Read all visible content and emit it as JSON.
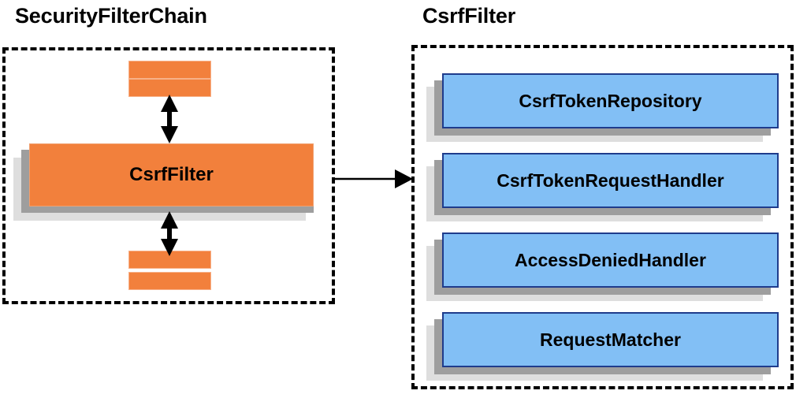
{
  "diagram": {
    "title_left": "SecurityFilterChain",
    "title_right": "CsrfFilter",
    "palette": {
      "orange_fill": "#f2803c",
      "orange_border": "#f0a070",
      "blue_fill": "#82bff5",
      "blue_border": "#1f3c8c",
      "shadow_near": "#9e9e9e",
      "shadow_far": "#dedede",
      "outline": "#000000",
      "background": "#ffffff"
    }
  },
  "left_panel": {
    "title": "SecurityFilterChain",
    "filter_box": {
      "label": "CsrfFilter"
    },
    "bars_top": [
      {
        "label": ""
      },
      {
        "label": ""
      }
    ],
    "bars_bottom": [
      {
        "label": ""
      },
      {
        "label": ""
      }
    ],
    "arrows": [
      {
        "name": "arrow-up-down-top",
        "direction": "bidirectional",
        "orientation": "vertical"
      },
      {
        "name": "arrow-up-down-bottom",
        "direction": "bidirectional",
        "orientation": "vertical"
      }
    ]
  },
  "connector": {
    "name": "arrow-left-to-right",
    "direction": "right",
    "from": "SecurityFilterChain",
    "to": "CsrfFilter"
  },
  "right_panel": {
    "title": "CsrfFilter",
    "components": [
      {
        "label": "CsrfTokenRepository"
      },
      {
        "label": "CsrfTokenRequestHandler"
      },
      {
        "label": "AccessDeniedHandler"
      },
      {
        "label": "RequestMatcher"
      }
    ]
  }
}
